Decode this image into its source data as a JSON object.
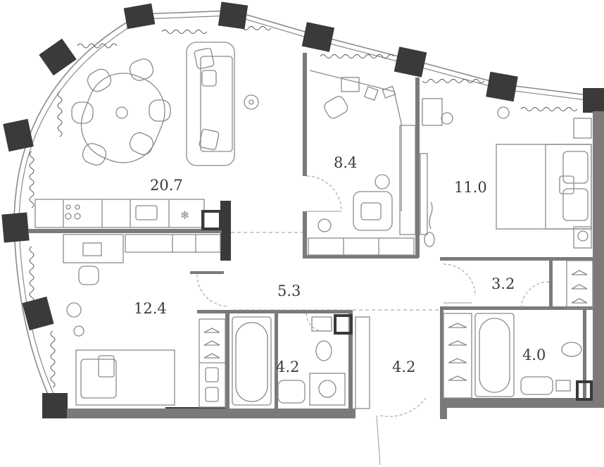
{
  "floorplan": {
    "colors": {
      "wall": "#7a7a7a",
      "column": "#3a3a3a",
      "furniture": "#9a9a9a",
      "text": "#3a3a3a",
      "background": "#ffffff"
    },
    "rooms": [
      {
        "id": "living",
        "area": "20.7"
      },
      {
        "id": "bedroom-small",
        "area": "12.4"
      },
      {
        "id": "study",
        "area": "8.4"
      },
      {
        "id": "bedroom-main",
        "area": "11.0"
      },
      {
        "id": "hallway",
        "area": "5.3"
      },
      {
        "id": "bathroom-1",
        "area": "4.2"
      },
      {
        "id": "entry",
        "area": "4.2"
      },
      {
        "id": "corridor",
        "area": "3.2"
      },
      {
        "id": "bathroom-2",
        "area": "4.0"
      }
    ],
    "icons": [
      "window-icon",
      "door-swing-icon",
      "dining-table-icon",
      "sofa-icon",
      "bed-icon",
      "bathtub-icon",
      "toilet-icon",
      "sink-icon",
      "washing-machine-icon",
      "laptop-icon",
      "desk-chair-icon",
      "armchair-icon",
      "wardrobe-hanger-icon",
      "violin-icon",
      "plant-icon",
      "ball-icon",
      "teddy-bear-icon",
      "bookshelf-icon",
      "kitchen-counter-icon",
      "hob-icon",
      "freezer-icon"
    ]
  }
}
